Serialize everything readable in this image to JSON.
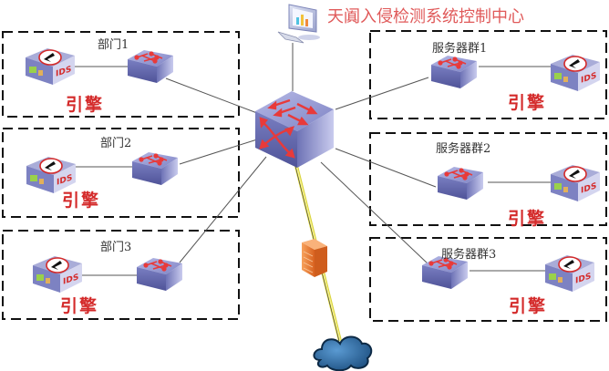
{
  "title": "天阗入侵检测系统控制中心",
  "zones": [
    {
      "id": "dept1",
      "label": "部门1",
      "engine_label": "引擎"
    },
    {
      "id": "dept2",
      "label": "部门2",
      "engine_label": "引擎"
    },
    {
      "id": "dept3",
      "label": "部门3",
      "engine_label": "引擎"
    },
    {
      "id": "srv1",
      "label": "服务器群1",
      "engine_label": "引擎"
    },
    {
      "id": "srv2",
      "label": "服务器群2",
      "engine_label": "引擎"
    },
    {
      "id": "srv3",
      "label": "服务器群3",
      "engine_label": "引擎"
    }
  ],
  "device_text": {
    "ids": "IDS"
  },
  "icons": {
    "console": "computer-monitor-icon",
    "core": "core-switch-icon",
    "switch": "switch-icon",
    "ids": "ids-engine-icon",
    "firewall": "firewall-icon",
    "internet": "cloud-icon"
  },
  "colors": {
    "title": "#e05a5a",
    "engine_label": "#d42a2a",
    "switch_top": "#8f94cf",
    "switch_front": "#6c70b3",
    "arrow": "#e83a3a",
    "firewall": "#f08a3c",
    "cloud": "#2f6fa8",
    "uplink": "#f2ee5a"
  }
}
